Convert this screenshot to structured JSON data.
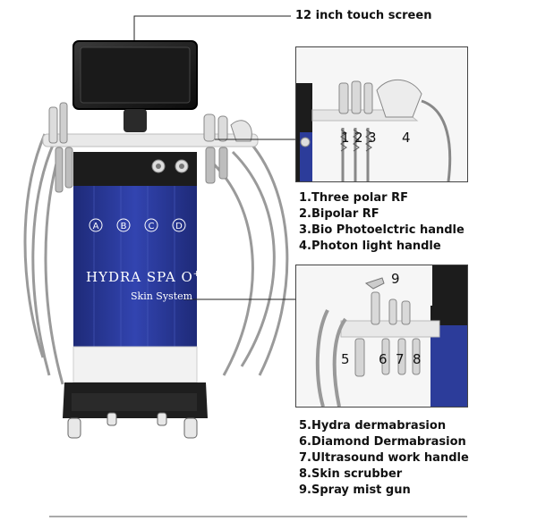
{
  "callout": {
    "screen_label": "12 inch touch screen"
  },
  "machine": {
    "brand": "HYDRA SPA O",
    "brand_sup": "+",
    "subtitle": "Skin System",
    "circle_labels": [
      "A",
      "B",
      "C",
      "D"
    ]
  },
  "inset_top": {
    "numbers": [
      "1",
      "2",
      "3",
      "4"
    ]
  },
  "list_top": [
    "1.Three polar RF",
    "2.Bipolar RF",
    "3.Bio Photoelctric handle",
    "4.Photon light handle"
  ],
  "inset_bottom": {
    "numbers": [
      "5",
      "6",
      "7",
      "8",
      "9"
    ]
  },
  "list_bottom": [
    "5.Hydra dermabrasion",
    "6.Diamond Dermabrasion",
    "7.Ultrasound work handle",
    "8.Skin scrubber",
    "9.Spray mist gun"
  ],
  "colors": {
    "panel_blue": "#2c3c9a",
    "body_white": "#f2f2f2",
    "dark": "#1c1c1c"
  }
}
